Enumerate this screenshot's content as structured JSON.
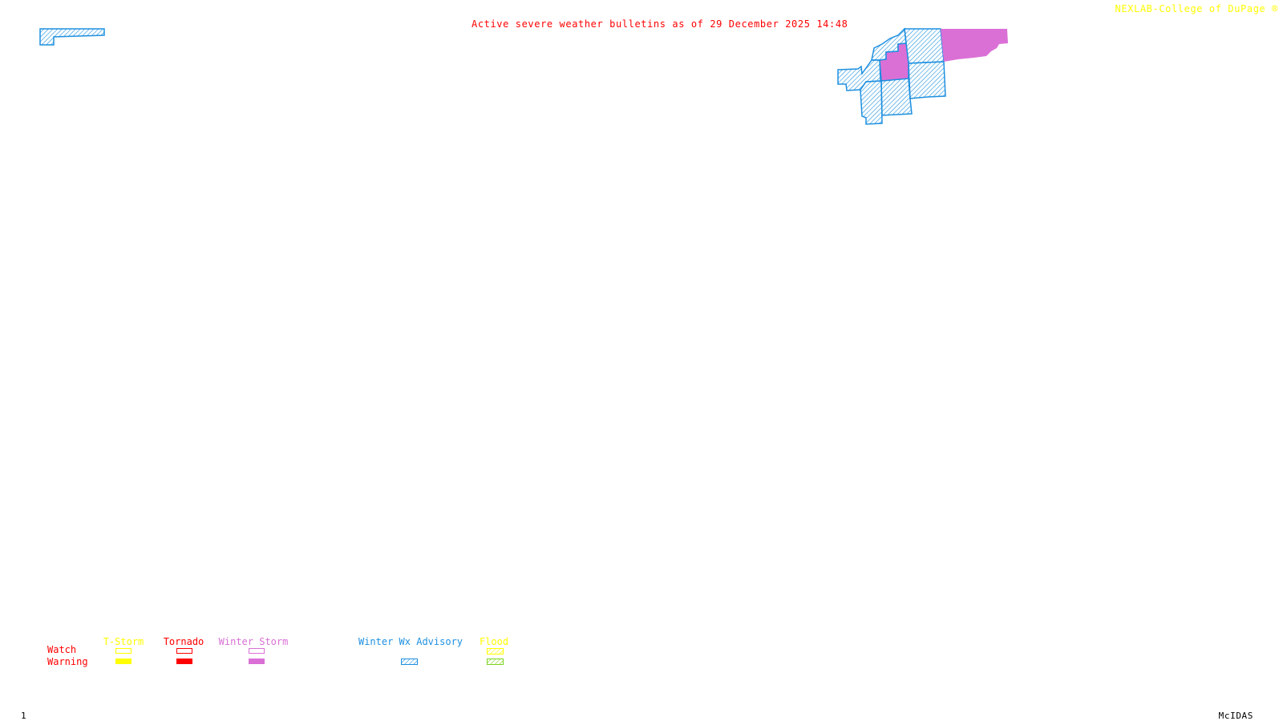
{
  "header": {
    "title": "Active severe weather bulletins as of 29 December 2025 14:48",
    "credit": "NEXLAB-College of DuPage ®"
  },
  "footer": {
    "frame_number": "1",
    "brand": "McIDAS"
  },
  "colors": {
    "title": "#ff0000",
    "credit": "#ffff00",
    "tstorm": "#ffff00",
    "tornado": "#ff0000",
    "winter_storm": "#da70d6",
    "winter_wx_advisory": "#1e90e0",
    "flood_watch": "#ffff00",
    "flood_warning": "#7cd420"
  },
  "legend": {
    "rows": {
      "watch": "Watch",
      "warning": "Warning"
    },
    "columns": [
      {
        "key": "tstorm",
        "label": "T-Storm",
        "watch": "outline",
        "warning": "filled"
      },
      {
        "key": "tornado",
        "label": "Tornado",
        "watch": "outline",
        "warning": "filled"
      },
      {
        "key": "winter_storm",
        "label": "Winter Storm",
        "watch": "outline",
        "warning": "filled"
      },
      {
        "key": "winter_wx_advisory",
        "label": "Winter Wx Advisory",
        "watch": null,
        "warning": "hatched"
      },
      {
        "key": "flood",
        "label": "Flood",
        "watch": "hatched",
        "warning": "hatched"
      }
    ]
  },
  "map": {
    "active_areas": [
      {
        "type": "Winter Wx Advisory",
        "style": "hatched",
        "region": "upper-left edge"
      },
      {
        "type": "Winter Wx Advisory",
        "style": "hatched",
        "region": "county cluster, upper-right"
      },
      {
        "type": "Winter Storm Warning",
        "style": "filled",
        "region": "county cluster, upper-right"
      }
    ]
  }
}
